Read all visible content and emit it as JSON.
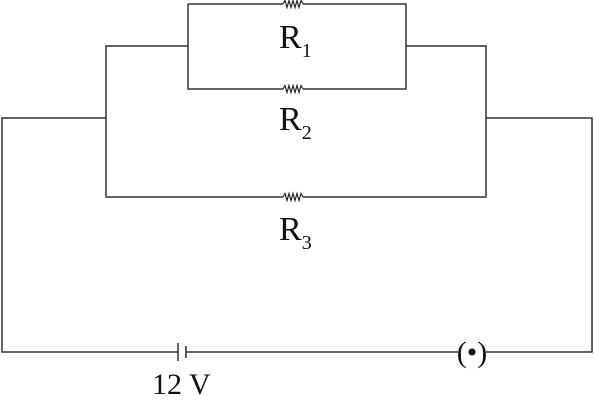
{
  "diagram": {
    "type": "circuit",
    "resistors": [
      {
        "letter": "R",
        "subscript": "1"
      },
      {
        "letter": "R",
        "subscript": "2"
      },
      {
        "letter": "R",
        "subscript": "3"
      }
    ],
    "battery": {
      "label": "12 V"
    },
    "meter": {
      "symbol": "(•)"
    }
  }
}
